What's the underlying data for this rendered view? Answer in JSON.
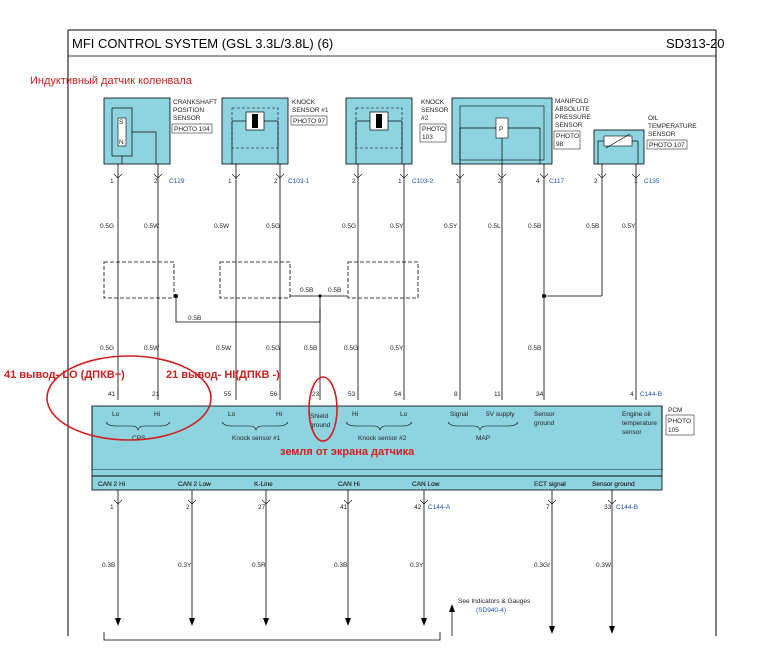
{
  "header": {
    "title": "MFI CONTROL SYSTEM (GSL 3.3L/3.8L) (6)",
    "code": "SD313-20"
  },
  "annotations": {
    "top": "Индуктивный датчик коленвала",
    "pin41": "41 вывод- LO (ДПКВ+)",
    "pin21": "21 вывод- HI(ДПКВ -)",
    "shield": "земля от экрана датчика"
  },
  "sensors": {
    "crank": {
      "l1": "CRANKSHAFT",
      "l2": "POSITION",
      "l3": "SENSOR",
      "photo": "PHOTO 104",
      "s": "S",
      "n": "N",
      "pin1": "1",
      "pin2": "2",
      "conn": "C129"
    },
    "knock1": {
      "l1": "KNOCK",
      "l2": "SENSOR #1",
      "photo": "PHOTO 97",
      "pin1": "1",
      "pin2": "2",
      "conn": "C103-1"
    },
    "knock2": {
      "l1": "KNOCK",
      "l2": "SENSOR",
      "l3": "#2",
      "photo1": "PHOTO",
      "photo2": "103",
      "pin1": "2",
      "pin2": "1",
      "conn": "C103-2"
    },
    "map": {
      "l1": "MANIFOLD",
      "l2": "ABSOLUTE",
      "l3": "PRESSURE",
      "l4": "SENSOR",
      "photo1": "PHOTO",
      "photo2": "98",
      "p": "P",
      "pin1": "1",
      "pin2": "2",
      "pin3": "4",
      "conn": "C117"
    },
    "oil": {
      "l1": "OIL",
      "l2": "TEMPERATURE",
      "l3": "SENSOR",
      "photo": "PHOTO 107",
      "pin1": "2",
      "pin2": "1",
      "conn": "C135"
    }
  },
  "wires_top": [
    "0.5G",
    "0.5W",
    "0.5W",
    "0.5G",
    "0.5G",
    "0.5Y",
    "0.5Y",
    "0.5L",
    "0.5B",
    "0.5B",
    "0.5Y"
  ],
  "wires_mid": [
    "0.5G",
    "0.5W",
    "0.5W",
    "0.5G",
    "0.5B",
    "0.5G",
    "0.5Y",
    "0.5B"
  ],
  "shield_wires": {
    "s1": "0.5B",
    "s2": "0.5B",
    "s3": "0.5B"
  },
  "pcm_top_pins": [
    "41",
    "21",
    "55",
    "56",
    "23",
    "53",
    "54",
    "8",
    "11",
    "34",
    "4"
  ],
  "pcm_top_conn": "C144-B",
  "pcm": {
    "lo1": "Lo",
    "hi1": "Hi",
    "cps": "CPS",
    "lo2": "Lo",
    "hi2": "Hi",
    "ks1": "Knock sensor #1",
    "sg1": "Shield",
    "sg2": "ground",
    "hi3": "Hi",
    "lo3": "Lo",
    "ks2": "Knock sensor #2",
    "signal": "Signal",
    "supply": "5V supply",
    "map": "MAP",
    "sensg1": "Sensor",
    "sensg2": "ground",
    "eot1": "Engine oil",
    "eot2": "temperature",
    "eot3": "sensor",
    "name": "PCM",
    "photo1": "PHOTO",
    "photo2": "105",
    "bottom": [
      "CAN 2 Hi",
      "CAN 2 Low",
      "K-Line",
      "CAN Hi",
      "CAN Low",
      "ECT signal",
      "Sensor ground"
    ]
  },
  "pcm_bottom_pins": [
    "1",
    "2",
    "27",
    "41",
    "42",
    "7",
    "33"
  ],
  "pcm_bottom_conn1": "C144-A",
  "pcm_bottom_conn2": "C144-B",
  "bottom_wires": [
    "0.3B",
    "0.3Y",
    "0.5R",
    "0.3B",
    "0.3Y",
    "0.3Gr",
    "0.3W"
  ],
  "see": {
    "l1": "See Indicators & Gauges",
    "l2": "(SD940-4)"
  },
  "colors": {
    "sensor_fill": "#8ed3e0",
    "pcm_fill": "#8ed3e0",
    "annotation": "#d02020",
    "connector": "#1a4fb0"
  }
}
